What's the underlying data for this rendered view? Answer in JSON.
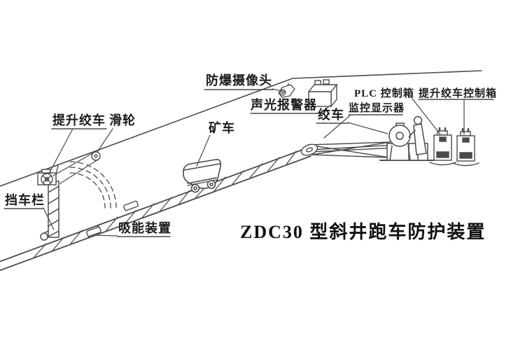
{
  "title": "ZDC30 型斜井跑车防护装置",
  "labels": {
    "camera": "防爆摄像头",
    "alarm": "声光报警器",
    "mine_car": "矿车",
    "winch": "绞车",
    "plc_box": "PLC 控制箱",
    "monitor": "监控显示器",
    "hoist_winch_box": "提升绞车控制箱",
    "hoist_winch": "提升绞车",
    "pulley": "滑轮",
    "car_barrier": "挡车栏",
    "energy_absorber": "吸能装置"
  },
  "colors": {
    "background": "#ffffff",
    "line": "#4a4a4a",
    "text": "#1b1b1b"
  }
}
